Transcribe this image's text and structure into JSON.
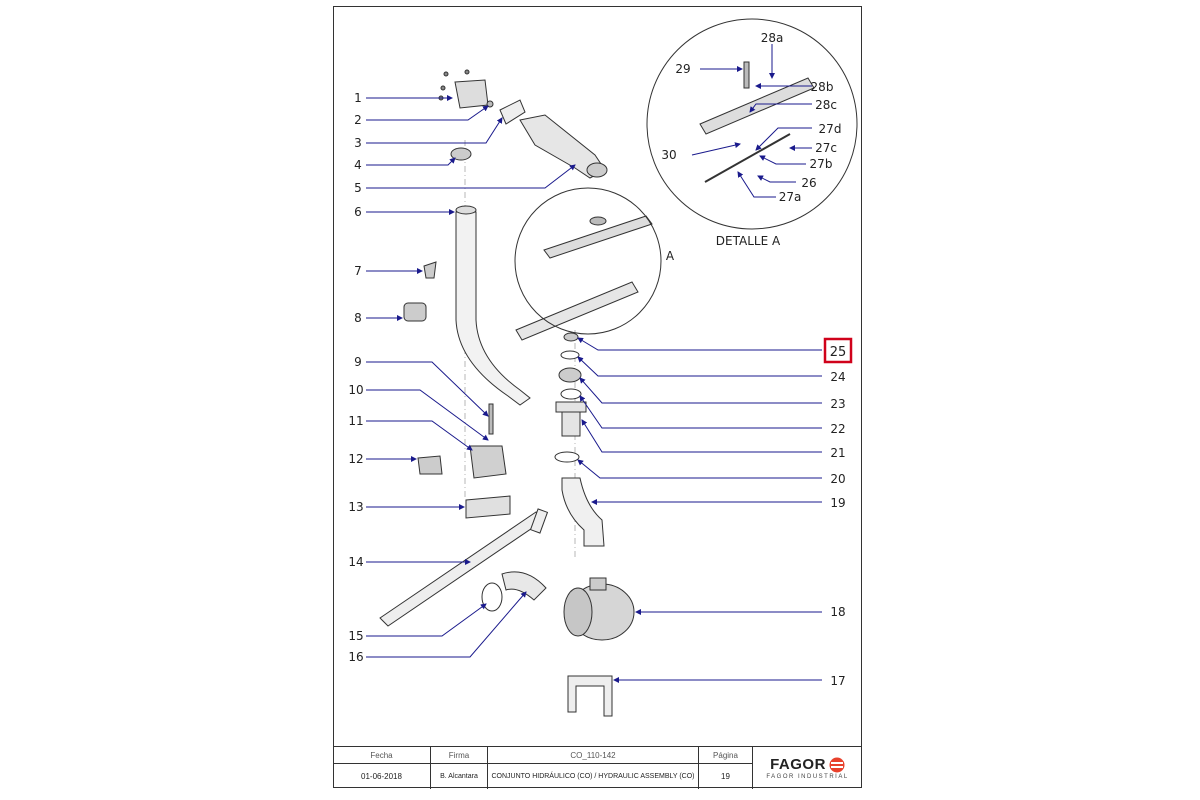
{
  "callouts_left": [
    "1",
    "2",
    "3",
    "4",
    "5",
    "6",
    "7",
    "8",
    "9",
    "10",
    "11",
    "12",
    "13",
    "14",
    "15",
    "16"
  ],
  "callouts_right": [
    "25",
    "24",
    "23",
    "22",
    "21",
    "20",
    "19",
    "18",
    "17"
  ],
  "detail": {
    "label_A": "A",
    "title": "DETALLE A",
    "callouts": [
      "28a",
      "29",
      "28b",
      "28c",
      "27d",
      "30",
      "27c",
      "27b",
      "26",
      "27a"
    ]
  },
  "highlighted_callout": "25",
  "colors": {
    "leader": "#1a1a8c",
    "highlight": "#d0021b",
    "logo_red": "#e8412c",
    "line": "#333333"
  },
  "title_block": {
    "headers": {
      "date": "Fecha",
      "signature": "Firma",
      "code": "CO_110-142",
      "page": "Página"
    },
    "values": {
      "date": "01-06-2018",
      "signature": "B. Alcantara",
      "description": "CONJUNTO HIDRÁULICO (CO) / HYDRAULIC ASSEMBLY (CO)",
      "page": "19"
    }
  },
  "logo": {
    "name": "FAGOR",
    "subtitle": "FAGOR INDUSTRIAL",
    "icon": "fagor-logo-icon"
  }
}
